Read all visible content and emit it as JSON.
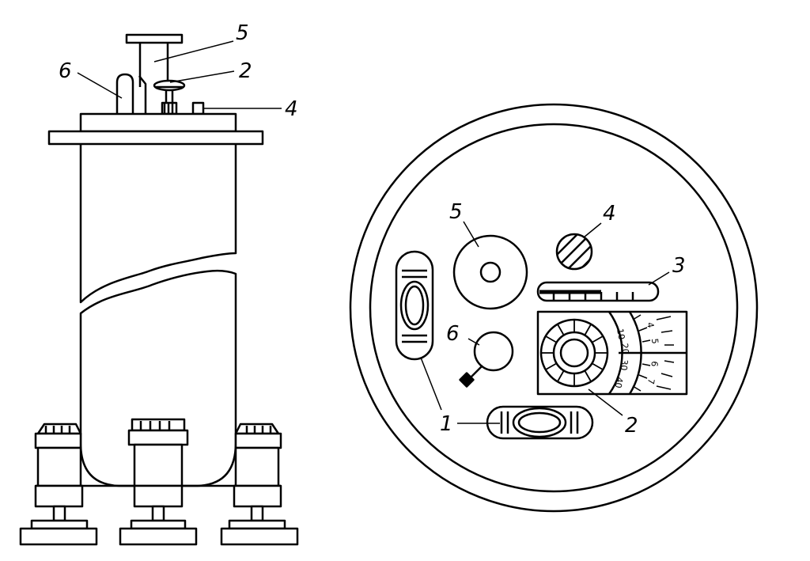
{
  "side_view": {
    "labels": {
      "knob": "5",
      "screw": "2",
      "pin": "4",
      "lever": "6"
    }
  },
  "top_view": {
    "labels": {
      "level": "1",
      "dial": "2",
      "scale_bar": "3",
      "hatched_knob": "4",
      "ring_knob": "5",
      "small_knob": "6"
    },
    "dial_scale_left": [
      "10",
      "20",
      "30",
      "40"
    ],
    "dial_scale_right": [
      "4",
      "5",
      "6",
      "7"
    ]
  }
}
